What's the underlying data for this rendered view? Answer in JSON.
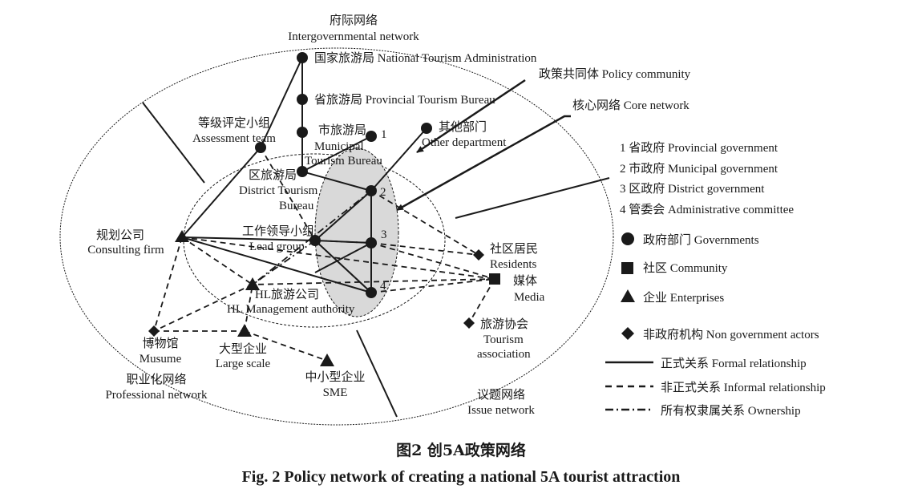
{
  "outer_labels": {
    "intergov_zh": "府际网络",
    "intergov_en": "Intergovernmental network",
    "policy_community": "政策共同体 Policy community",
    "core_network": "核心网络 Core network",
    "professional_zh": "职业化网络",
    "professional_en": "Professional network",
    "issue_zh": "议题网络",
    "issue_en": "Issue network"
  },
  "nodes": {
    "national": "国家旅游局 National Tourism Administration",
    "provincial": "省旅游局 Provincial Tourism Bureau",
    "municipal_zh": "市旅游局",
    "municipal_en1": "Municipal",
    "municipal_en2": "Tourism Bureau",
    "district_zh": "区旅游局",
    "district_en1": "District Tourism",
    "district_en2": "Bureau",
    "assessment_zh": "等级评定小组",
    "assessment_en": "Assessment team",
    "other_zh": "其他部门",
    "other_en": "Other department",
    "consulting_zh": "规划公司",
    "consulting_en": "Consulting firm",
    "lead_zh": "工作领导小组",
    "lead_en": "Lead group",
    "hl_zh": "HL旅游公司",
    "hl_en": "HL Management authority",
    "museum_zh": "博物馆",
    "museum_en": "Musume",
    "large_zh": "大型企业",
    "large_en": "Large scale",
    "sme_zh": "中小型企业",
    "sme_en": "SME",
    "residents_zh": "社区居民",
    "residents_en": "Residents",
    "media_zh": "媒体",
    "media_en": "Media",
    "assoc_zh": "旅游协会",
    "assoc_en1": "Tourism",
    "assoc_en2": "association",
    "n1": "1",
    "n2": "2",
    "n3": "3",
    "n4": "4"
  },
  "legend": {
    "g1": "1  省政府  Provincial government",
    "g2": "2  市政府  Municipal government",
    "g3": "3  区政府  District government",
    "g4": "4  管委会  Administrative committee",
    "governments": "政府部门  Governments",
    "community": "社区  Community",
    "enterprises": "企业  Enterprises",
    "ngo": "非政府机构  Non government actors",
    "formal": "正式关系   Formal relationship",
    "informal": "非正式关系  Informal relationship",
    "ownership": "所有权隶属关系  Ownership"
  },
  "caption": {
    "zh": "图2   创5A政策网络",
    "en": "Fig. 2   Policy network of creating a national 5A tourist attraction"
  },
  "colors": {
    "ink": "#1a1a1a",
    "shade": "#d9d9d9"
  }
}
